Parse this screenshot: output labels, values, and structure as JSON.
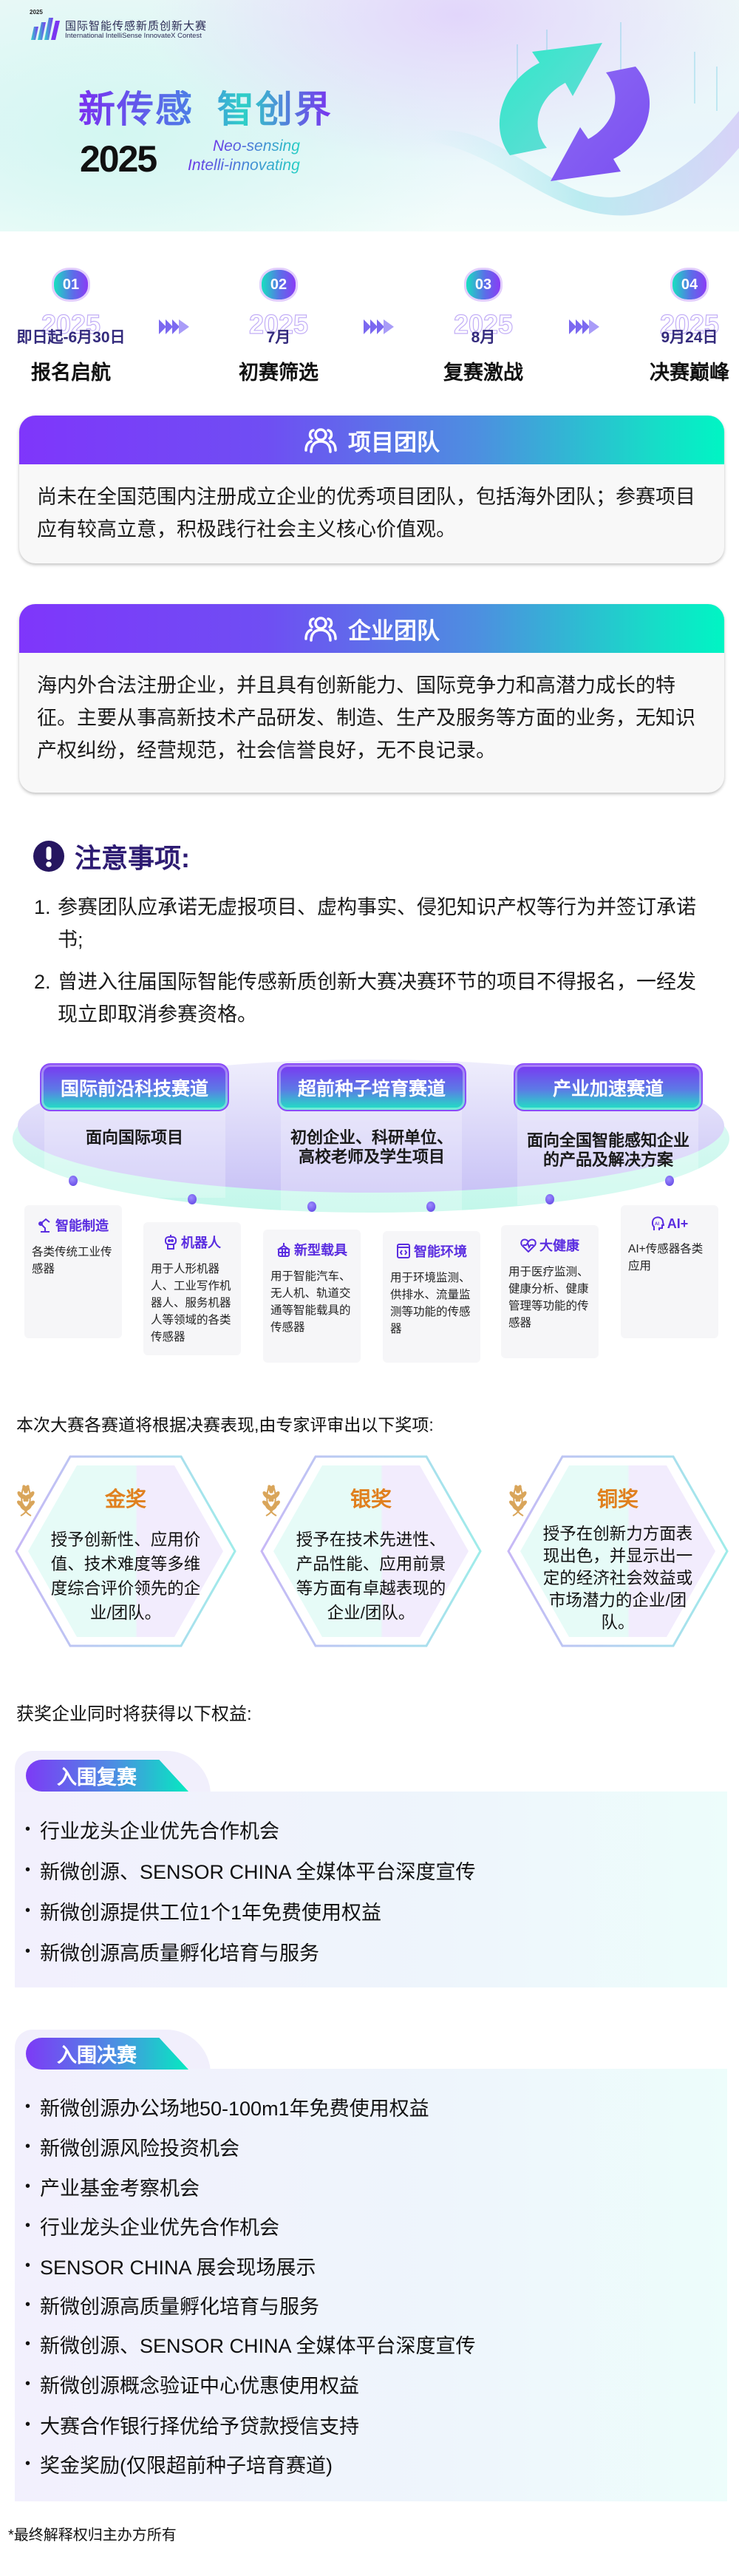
{
  "header": {
    "logo_year": "2025",
    "logo_title_cn": "国际智能传感新质创新大赛",
    "logo_title_en": "International IntelliSense InnovateX Contest",
    "slogan_cn": "新传感  智创界",
    "year": "2025",
    "slogan_en_1": "Neo-sensing",
    "slogan_en_2": "Intelli-innovating"
  },
  "timeline": [
    {
      "num": "01",
      "year": "2025",
      "date": "即日起-6月30日",
      "label": "报名启航"
    },
    {
      "num": "02",
      "year": "2025",
      "date": "7月",
      "label": "初赛筛选"
    },
    {
      "num": "03",
      "year": "2025",
      "date": "8月",
      "label": "复赛激战"
    },
    {
      "num": "04",
      "year": "2025",
      "date": "9月24日",
      "label": "决赛巅峰"
    }
  ],
  "teams": [
    {
      "title": "项目团队",
      "desc": "尚未在全国范围内注册成立企业的优秀项目团队，包括海外团队；参赛项目应有较高立意，积极践行社会主义核心价值观。"
    },
    {
      "title": "企业团队",
      "desc": "海内外合法注册企业，并且具有创新能力、国际竞争力和高潜力成长的特征。主要从事高新技术产品研发、制造、生产及服务等方面的业务，无知识产权纠纷，经营规范，社会信誉良好，无不良记录。"
    }
  ],
  "notice": {
    "title": "注意事项:",
    "items": [
      {
        "num": "1.",
        "text": "参赛团队应承诺无虚报项目、虚构事实、侵犯知识产权等行为并签订承诺书;"
      },
      {
        "num": "2.",
        "text": "曾进入往届国际智能传感新质创新大赛决赛环节的项目不得报名，一经发现立即取消参赛资格。"
      }
    ]
  },
  "tracks": [
    {
      "name": "国际前沿科技赛道",
      "target": [
        "面向国际项目"
      ]
    },
    {
      "name": "超前种子培育赛道",
      "target": [
        "初创企业、科研单位、",
        "高校老师及学生项目"
      ]
    },
    {
      "name": "产业加速赛道",
      "target": [
        "面向全国智能感知企业",
        "的产品及解决方案"
      ]
    }
  ],
  "fields": [
    {
      "icon": "robot-arm-icon",
      "title": "智能制造",
      "desc": "各类传统工业传感器"
    },
    {
      "icon": "robot-icon",
      "title": "机器人",
      "desc": "用于人形机器人、工业写作机器人、服务机器人等领域的各类传感器"
    },
    {
      "icon": "vehicle-icon",
      "title": "新型载具",
      "desc": "用于智能汽车、无人机、轨道交通等智能载具的传感器"
    },
    {
      "icon": "code-window-icon",
      "title": "智能环境",
      "desc": "用于环境监测、供排水、流量监测等功能的传感器"
    },
    {
      "icon": "heart-pulse-icon",
      "title": "大健康",
      "desc": "用于医疗监测、健康分析、健康管理等功能的传感器"
    },
    {
      "icon": "ai-head-icon",
      "title": "AI+",
      "desc": "AI+传感器各类应用"
    }
  ],
  "awards": {
    "intro": "本次大赛各赛道将根据决赛表现,由专家评审出以下奖项:",
    "items": [
      {
        "title": "金奖",
        "desc": "授予创新性、应用价值、技术难度等多维度综合评价领先的企业/团队。"
      },
      {
        "title": "银奖",
        "desc": "授予在技术先进性、产品性能、应用前景等方面有卓越表现的企业/团队。"
      },
      {
        "title": "铜奖",
        "desc": "授予在创新力方面表现出色，并显示出一定的经济社会效益或市场潜力的企业/团队。"
      }
    ]
  },
  "benefits": {
    "intro": "获奖企业同时将获得以下权益:",
    "groups": [
      {
        "title": "入围复赛",
        "items": [
          "行业龙头企业优先合作机会",
          "新微创源、SENSOR CHINA 全媒体平台深度宣传",
          "新微创源提供工位1个1年免费使用权益",
          "新微创源高质量孵化培育与服务"
        ]
      },
      {
        "title": "入围决赛",
        "items": [
          "新微创源办公场地50-100m1年免费使用权益",
          "新微创源风险投资机会",
          "产业基金考察机会",
          "行业龙头企业优先合作机会",
          "SENSOR CHINA 展会现场展示",
          "新微创源高质量孵化培育与服务",
          "新微创源、SENSOR CHINA 全媒体平台深度宣传",
          "新微创源概念验证中心优惠使用权益",
          "大赛合作银行择优给予贷款授信支持",
          "奖金奖励(仅限超前种子培育赛道)"
        ]
      }
    ]
  },
  "footer": "*最终解释权归主办方所有",
  "colors": {
    "purple": "#7f36fb",
    "teal": "#00f5c4",
    "navy": "#2d1b72",
    "award_orange": "#e0801e"
  }
}
